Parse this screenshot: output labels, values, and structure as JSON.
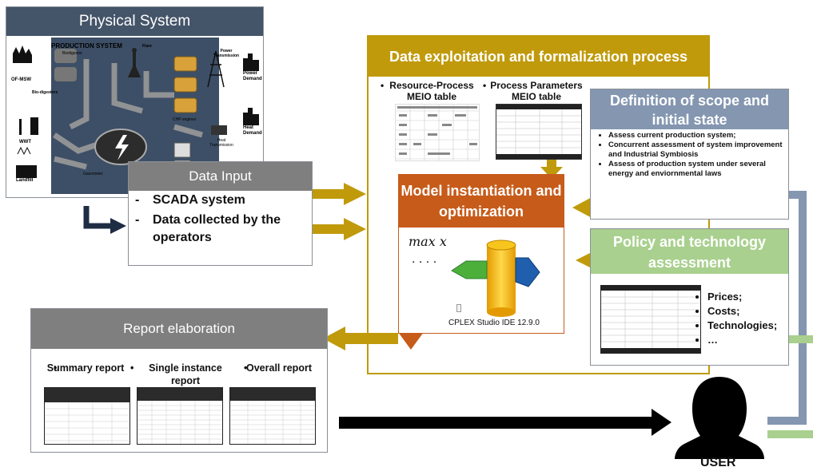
{
  "physical": {
    "title": "Physical System",
    "production_label": "PRODUCTION SYSTEM",
    "labels": {
      "biodigestor_top": "Biodigestor",
      "flare": "Flare",
      "power_transmission": "Power Transmission",
      "ofmsw": "OF-MSW",
      "biodigestors": "Bio-digestors",
      "power_demand": "Power Demand",
      "chp_engines": "CHP engines",
      "wwt": "WWT",
      "heat_transmission": "Heat Transmission",
      "heat_demand": "Heat Demand",
      "landfill": "Landfill",
      "gasometer": "Gasometer"
    }
  },
  "data_input": {
    "title": "Data Input",
    "items": [
      "SCADA system",
      "Data collected by the operators"
    ]
  },
  "exploitation": {
    "title": "Data exploitation and formalization process",
    "table1": "Resource-Process MEIO table",
    "table2": "Process Parameters MEIO table"
  },
  "model": {
    "title": "Model instantiation and optimization",
    "formula": "max x",
    "dots": "· · · ·",
    "software": "CPLEX Studio IDE 12.9.0"
  },
  "scope": {
    "title": "Definition of scope and initial state",
    "items": [
      "Assess current production system;",
      "Concurrent assessment of system improvement and Industrial Symbiosis",
      "Assess of production system under several energy and enviornmental laws"
    ]
  },
  "policy": {
    "title": "Policy and technology assessment",
    "items": [
      "Prices;",
      "Costs;",
      "Technologies;",
      "…"
    ]
  },
  "report": {
    "title": "Report elaboration",
    "items": [
      "Summary report",
      "Single instance report",
      "Overall report"
    ]
  },
  "user": {
    "label": "USER"
  },
  "colors": {
    "gold": "#c09a0b",
    "orange": "#c75b1a",
    "slate_header": "#445469",
    "grey_header": "#7f7f7f",
    "blue_grey": "#8496b0",
    "green": "#a9d08e",
    "navy_arrow": "#1f2d44",
    "user": "#000000"
  },
  "icons": [
    "lightning-icon",
    "spreadsheet-icon",
    "cplex-logo-icon",
    "user-silhouette-icon",
    "factory-icon",
    "tower-icon"
  ]
}
